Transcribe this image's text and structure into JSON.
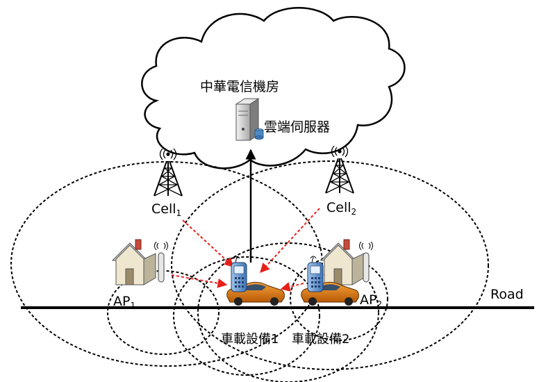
{
  "cloud": {
    "title": "中華電信機房",
    "server_label": "雲端伺服器"
  },
  "cells": [
    {
      "name": "Cell",
      "sub": "1"
    },
    {
      "name": "Cell",
      "sub": "2"
    }
  ],
  "access_points": [
    {
      "name": "AP",
      "sub": "1"
    },
    {
      "name": "AP",
      "sub": "2"
    }
  ],
  "road_label": "Road",
  "vehicles": [
    {
      "label": "車載設備1"
    },
    {
      "label": "車載設備2"
    }
  ],
  "colors": {
    "signal_arrow": "#e8201a",
    "uplink_arrow": "#000000",
    "coverage_line": "#000000",
    "car_body": "#e07a10"
  },
  "icons": [
    "cloud-icon",
    "server-icon",
    "cell-tower-icon",
    "house-icon",
    "ap-antenna-icon",
    "phone-icon",
    "car-icon"
  ]
}
